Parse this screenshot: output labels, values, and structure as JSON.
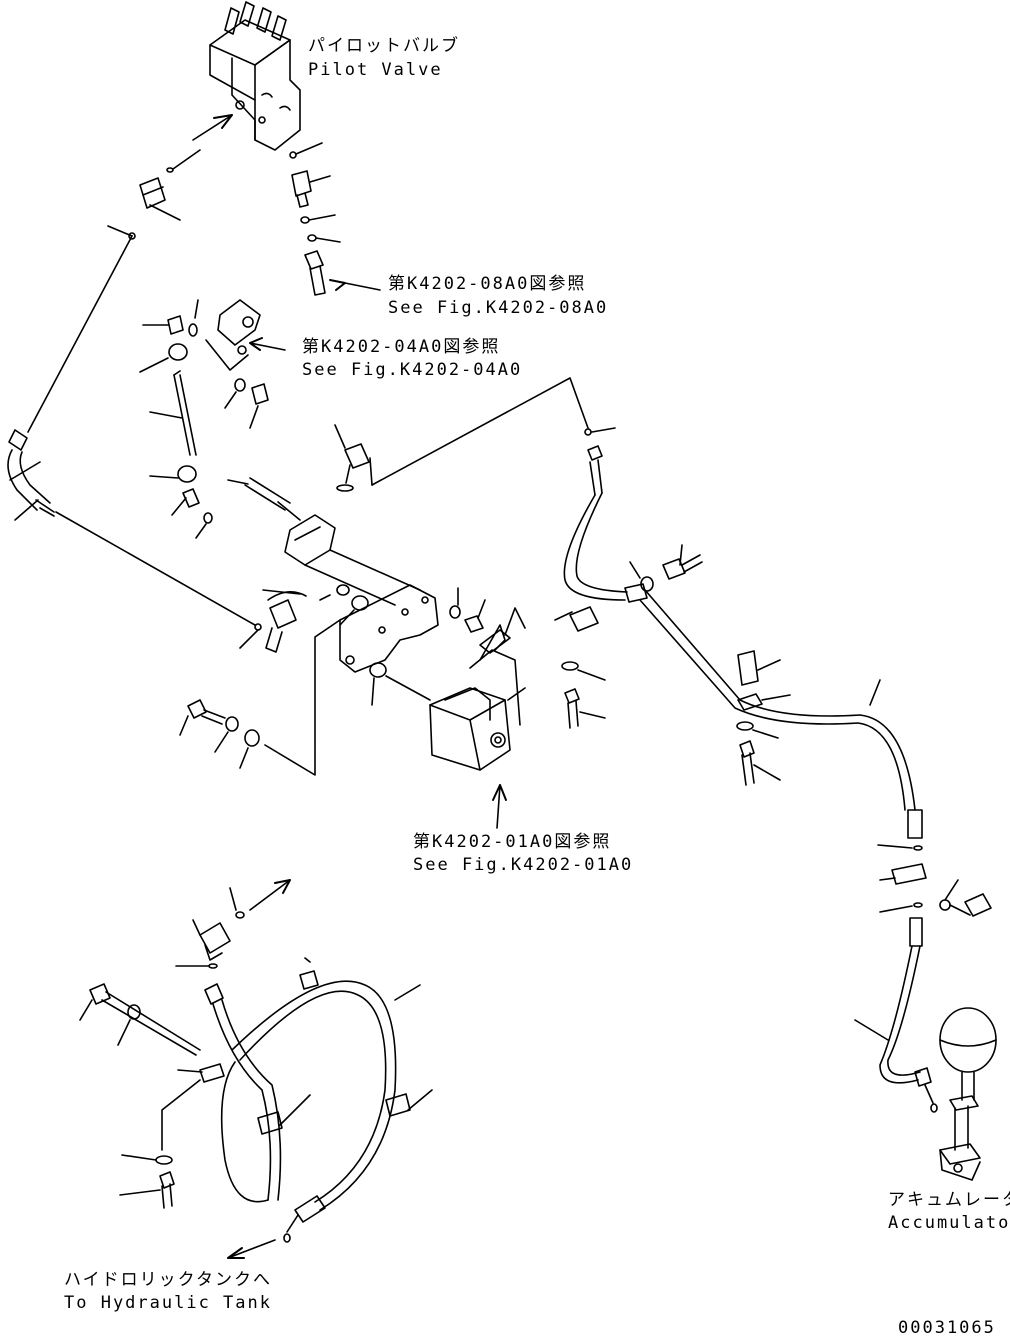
{
  "labels": {
    "pilot_valve_jp": "パイロットバルブ",
    "pilot_valve_en": "Pilot Valve",
    "ref_08a0_jp": "第K4202-08A0図参照",
    "ref_08a0_en": "See Fig.K4202-08A0",
    "ref_04a0_jp": "第K4202-04A0図参照",
    "ref_04a0_en": "See Fig.K4202-04A0",
    "ref_01a0_jp": "第K4202-01A0図参照",
    "ref_01a0_en": "See Fig.K4202-01A0",
    "accumulator_jp": "アキュムレータ",
    "accumulator_en": "Accumulator",
    "tank_jp": "ハイドロリックタンクへ",
    "tank_en": "To Hydraulic Tank",
    "drawing_number": "00031065"
  },
  "colors": {
    "line": "#000000",
    "background": "#ffffff"
  }
}
